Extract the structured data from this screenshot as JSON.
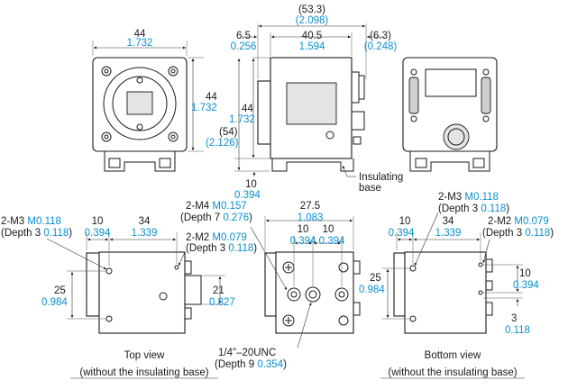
{
  "colors": {
    "metric": "#1a1a1a",
    "inch": "#0a8fd0"
  },
  "front": {
    "width_mm": "44",
    "width_in": "1.732",
    "height_mm": "44",
    "height_in": "1.732"
  },
  "side": {
    "overall_mm": "(53.3)",
    "overall_in": "(2.098)",
    "left_mm": "6.5",
    "left_in": "0.256",
    "mid_mm": "40.5",
    "mid_in": "1.594",
    "right_mm": "(6.3)",
    "right_in": "(0.248)",
    "height_mm": "44",
    "height_in": "1.732",
    "total_h_mm": "(54)",
    "total_h_in": "(2.126)",
    "base_mm": "10",
    "base_in": "0.394",
    "insulating_line1": "Insulating",
    "insulating_line2": "base"
  },
  "top_view": {
    "m3_label": "2-M3",
    "m3_in": "M0.118",
    "m3_depth_open": "(Depth 3",
    "m3_depth_in": "0.118",
    "close": ")",
    "d10_mm": "10",
    "d10_in": "0.394",
    "d34_mm": "34",
    "d34_in": "1.339",
    "m2_label": "2-M2",
    "m2_in": "M0.079",
    "m2_depth_open": "(Depth 3",
    "m2_depth_in": "0.118",
    "d25_mm": "25",
    "d25_in": "0.984",
    "d21_mm": "21",
    "d21_in": "0.827",
    "caption1": "Top view",
    "caption2": "(without the insulating base)"
  },
  "mid_view": {
    "m4_label": "2-M4",
    "m4_in": "M0.157",
    "m4_depth_open": "(Depth 7",
    "m4_depth_in": "0.276",
    "d275_mm": "27.5",
    "d275_in": "1.083",
    "d10a_mm": "10",
    "d10a_in": "0.394",
    "d10b_mm": "10",
    "d10b_in": "0.394",
    "unc_label": "1/4\"–20UNC",
    "unc_depth_open": "(Depth 9",
    "unc_depth_in": "0.354"
  },
  "bottom_view": {
    "m3_label": "2-M3",
    "m3_in": "M0.118",
    "m3_depth_open": "(Depth 3",
    "m3_depth_in": "0.118",
    "d10_mm": "10",
    "d10_in": "0.394",
    "d34_mm": "34",
    "d34_in": "1.339",
    "m2_label": "2-M2",
    "m2_in": "M0.079",
    "m2_depth_open": "(Depth 3",
    "m2_depth_in": "0.118",
    "d25_mm": "25",
    "d25_in": "0.984",
    "d10r_mm": "10",
    "d10r_in": "0.394",
    "d3_mm": "3",
    "d3_in": "0.118",
    "caption1": "Bottom view",
    "caption2": "(without the insulating base)"
  },
  "close_paren": ")"
}
